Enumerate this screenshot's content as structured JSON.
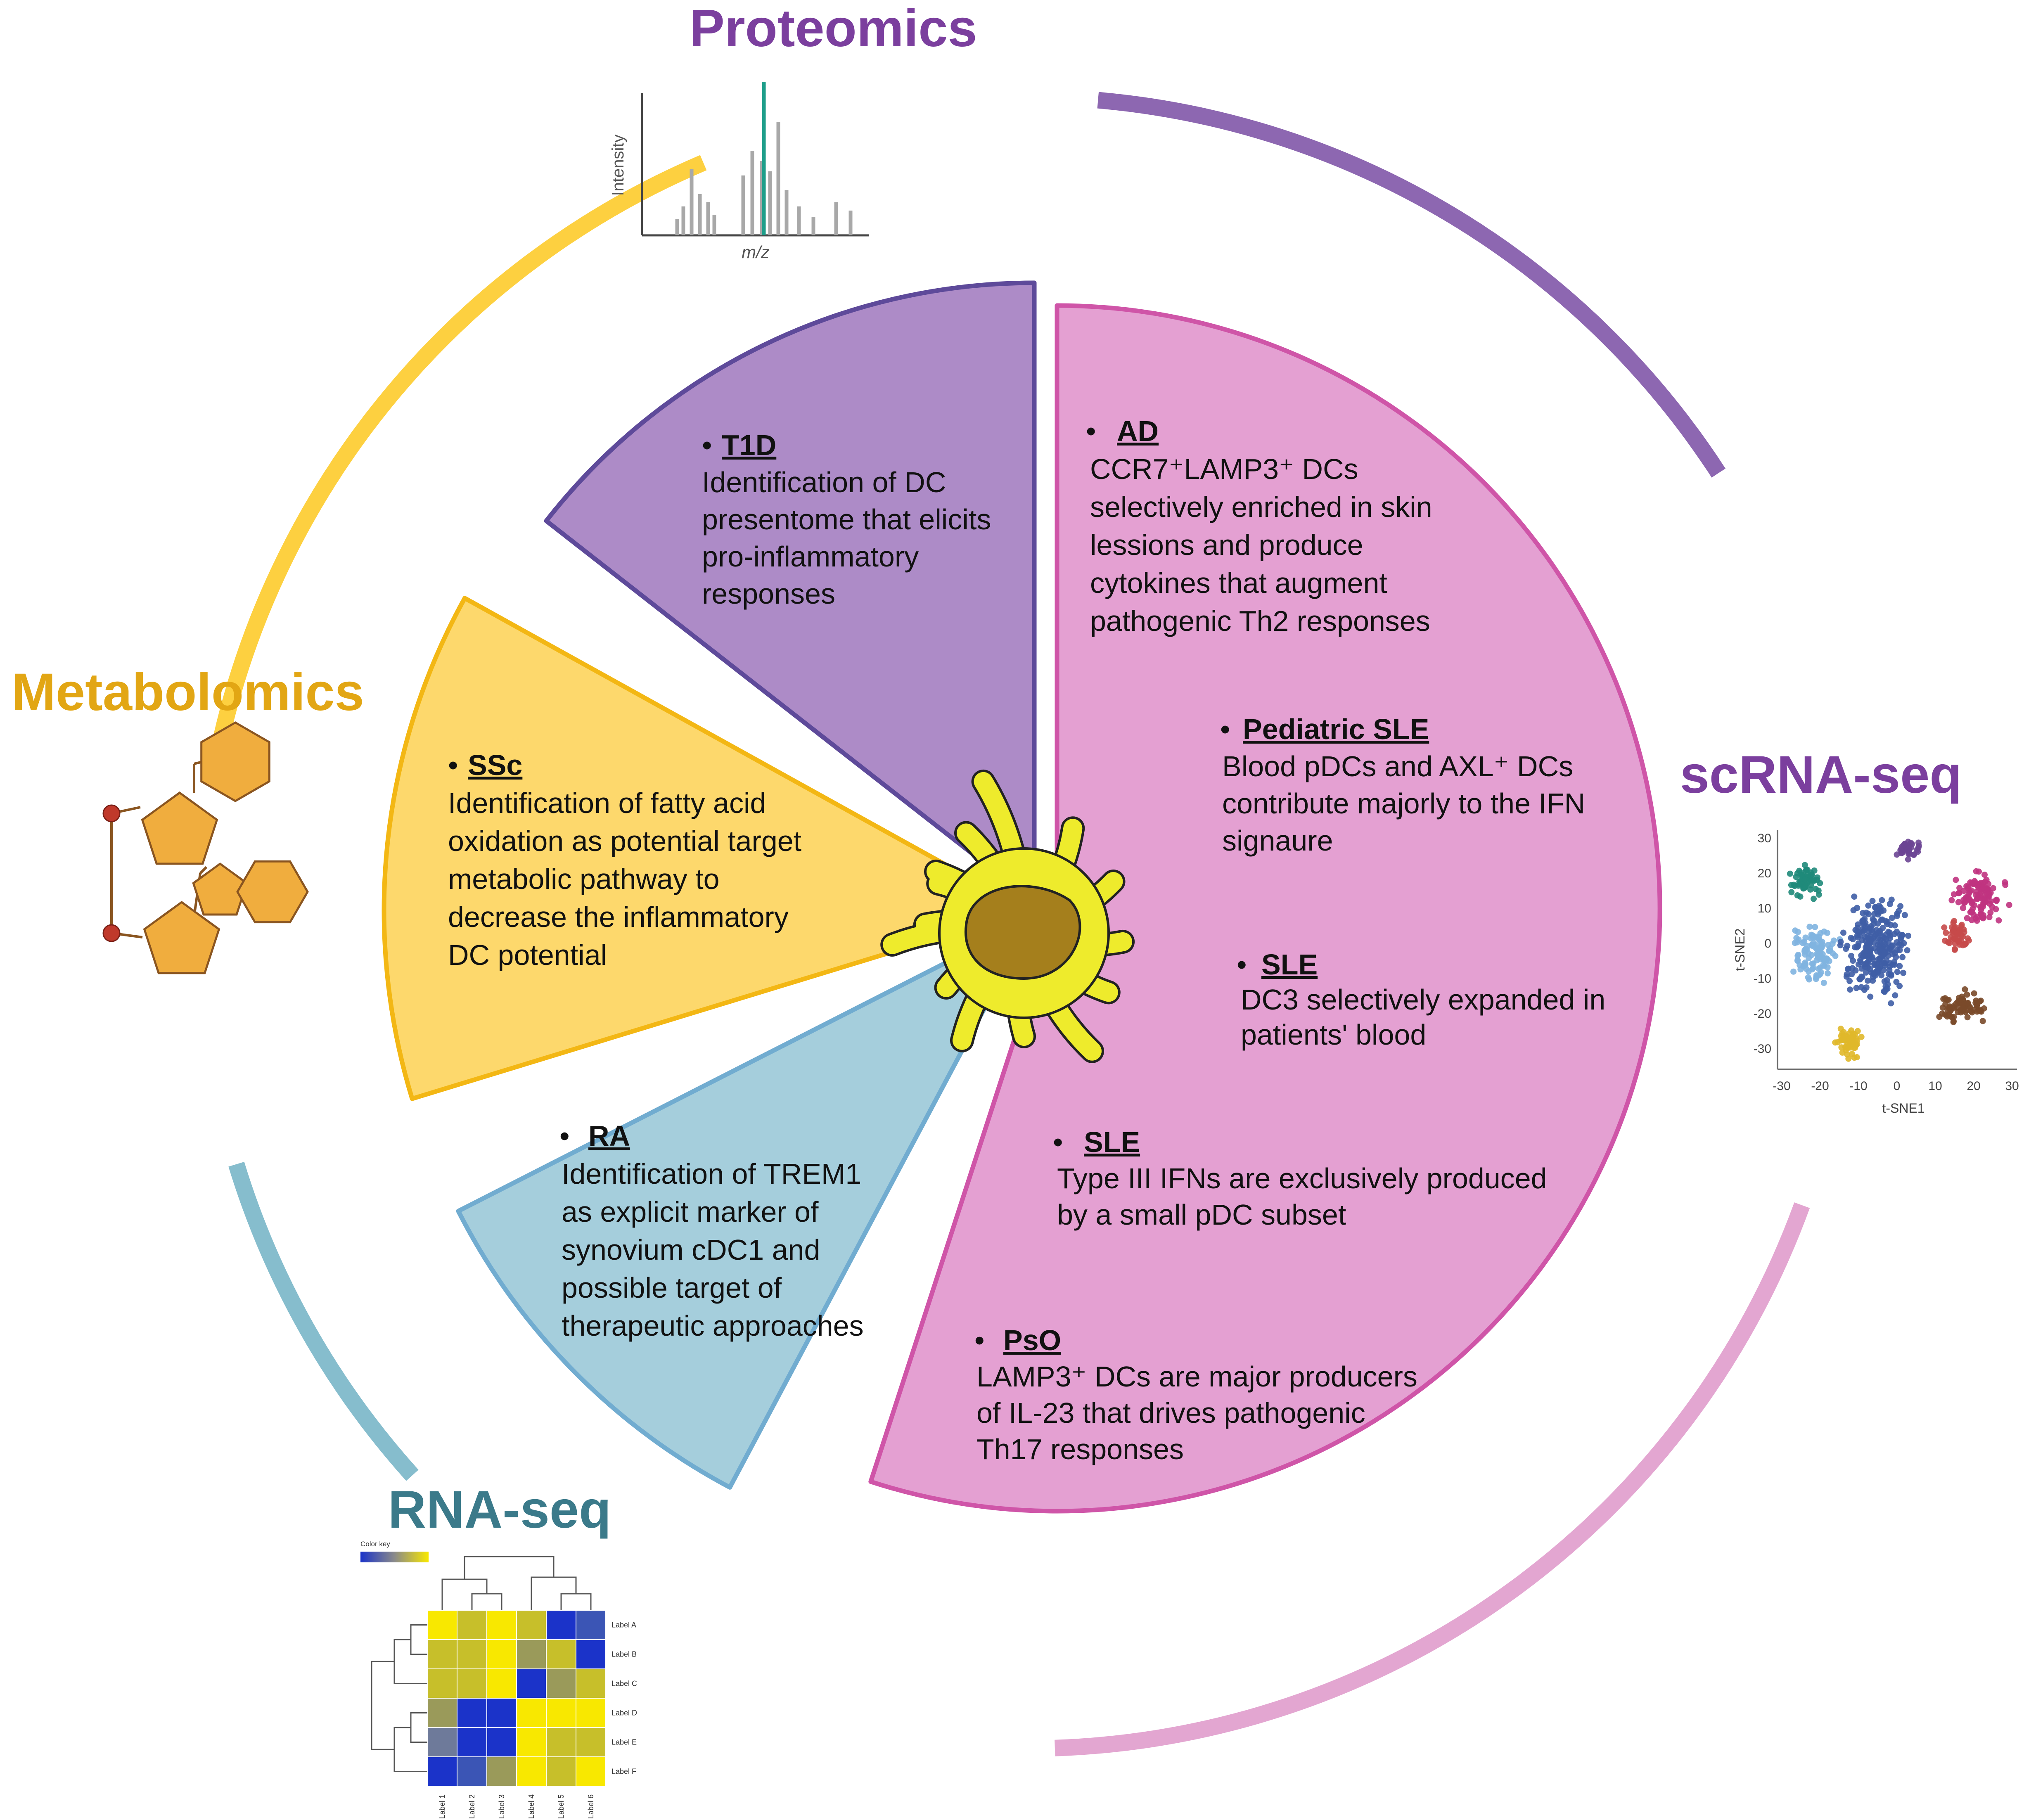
{
  "methods": {
    "proteomics": {
      "title": "Proteomics",
      "color": "#7b3f9e",
      "x_label": "m/z",
      "y_label": "Intensity"
    },
    "metabolomics": {
      "title": "Metabolomics",
      "color": "#e2a614"
    },
    "scrnaseq": {
      "title": "scRNA-seq",
      "color": "#7b3f9e",
      "x_label": "t-SNE1",
      "y_label": "t-SNE2",
      "x_ticks": [
        "-30",
        "-20",
        "-10",
        "0",
        "10",
        "20",
        "30"
      ],
      "y_ticks": [
        "30",
        "20",
        "10",
        "0",
        "-10",
        "-20",
        "-30"
      ]
    },
    "rnaseq": {
      "title": "RNA-seq",
      "color": "#3b7a8a",
      "color_key": "Color key",
      "row_labels": [
        "Label A",
        "Label B",
        "Label C",
        "Label D",
        "Label E",
        "Label F"
      ],
      "col_labels": [
        "Label 1",
        "Label 2",
        "Label 3",
        "Label 4",
        "Label 5",
        "Label 6"
      ]
    }
  },
  "segments": {
    "t1d": {
      "title": "T1D",
      "lines": [
        "Identification of DC",
        "presentome that elicits",
        "pro-inflammatory",
        "responses"
      ]
    },
    "ssc": {
      "title": "SSc",
      "lines": [
        "Identification of fatty acid",
        "oxidation as potential target",
        "metabolic pathway to",
        "decrease the inflammatory",
        "DC potential"
      ]
    },
    "ra": {
      "title": "RA",
      "lines": [
        "Identification of TREM1",
        "as explicit marker of",
        "synovium cDC1 and",
        "possible target of",
        "therapeutic approaches"
      ]
    },
    "ad": {
      "title": "AD",
      "lines": [
        "CCR7⁺LAMP3⁺ DCs",
        "selectively enriched in skin",
        "lessions and produce",
        "cytokines that augment",
        "pathogenic Th2 responses"
      ]
    },
    "pediatric_sle": {
      "title": "Pediatric SLE",
      "lines": [
        "Blood pDCs and AXL⁺ DCs",
        "contribute majorly to the IFN",
        "signaure"
      ]
    },
    "sle1": {
      "title": "SLE",
      "lines": [
        "DC3 selectively expanded in",
        "patients' blood"
      ]
    },
    "sle2": {
      "title": "SLE",
      "lines": [
        "Type III IFNs are exclusively produced",
        "by a small pDC subset"
      ]
    },
    "pso": {
      "title": "PsO",
      "lines": [
        "LAMP3⁺ DCs are major producers",
        "of IL-23 that drives pathogenic",
        "Th17 responses"
      ]
    }
  },
  "bullet": "•",
  "colors": {
    "t1d_fill": "#ad8bc7",
    "t1d_stroke": "#5e4a9a",
    "ssc_fill": "#fdd86c",
    "ssc_stroke": "#f3b714",
    "ra_fill": "#a5cedc",
    "ra_stroke": "#71acd0",
    "pink_fill": "#e4a0d2",
    "pink_stroke": "#cf55a8",
    "arc_purple": "#8d67b1",
    "arc_yellow": "#fdd040",
    "arc_blue": "#86bdcd",
    "arc_pink": "#e3a6d1",
    "dc_body": "#eeeb2c",
    "dc_nucleus": "#a57f1c"
  }
}
